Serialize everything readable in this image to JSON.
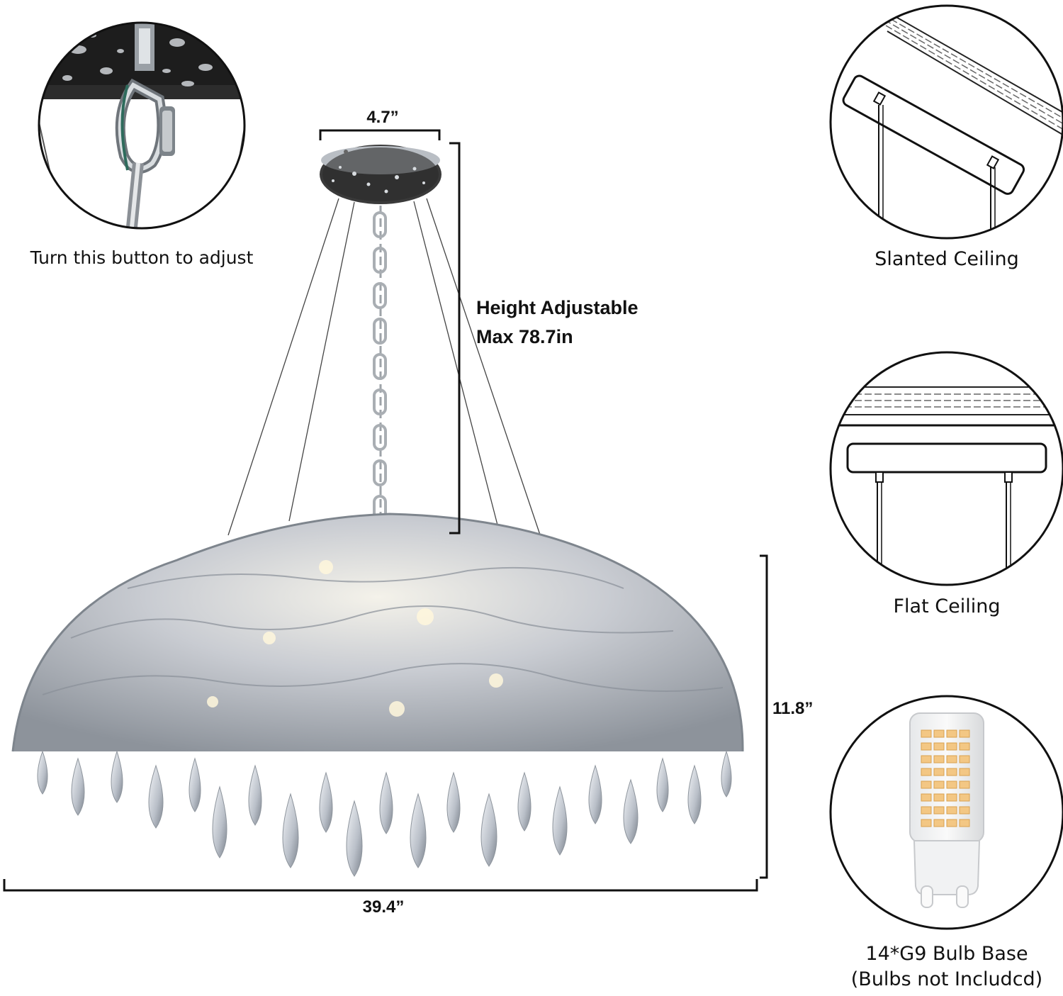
{
  "labels": {
    "adjust_button": "Turn this button to adjust",
    "slanted_ceiling": "Slanted Ceiling",
    "flat_ceiling": "Flat Ceiling",
    "bulb_base_line1": "14*G9 Bulb Base",
    "bulb_base_line2": "(Bulbs not Includcd)"
  },
  "dimensions": {
    "canopy_width": "4.7”",
    "height_line1": "Height Adjustable",
    "height_line2": "Max 78.7in",
    "shade_height": "11.8”",
    "shade_width": "39.4”"
  }
}
